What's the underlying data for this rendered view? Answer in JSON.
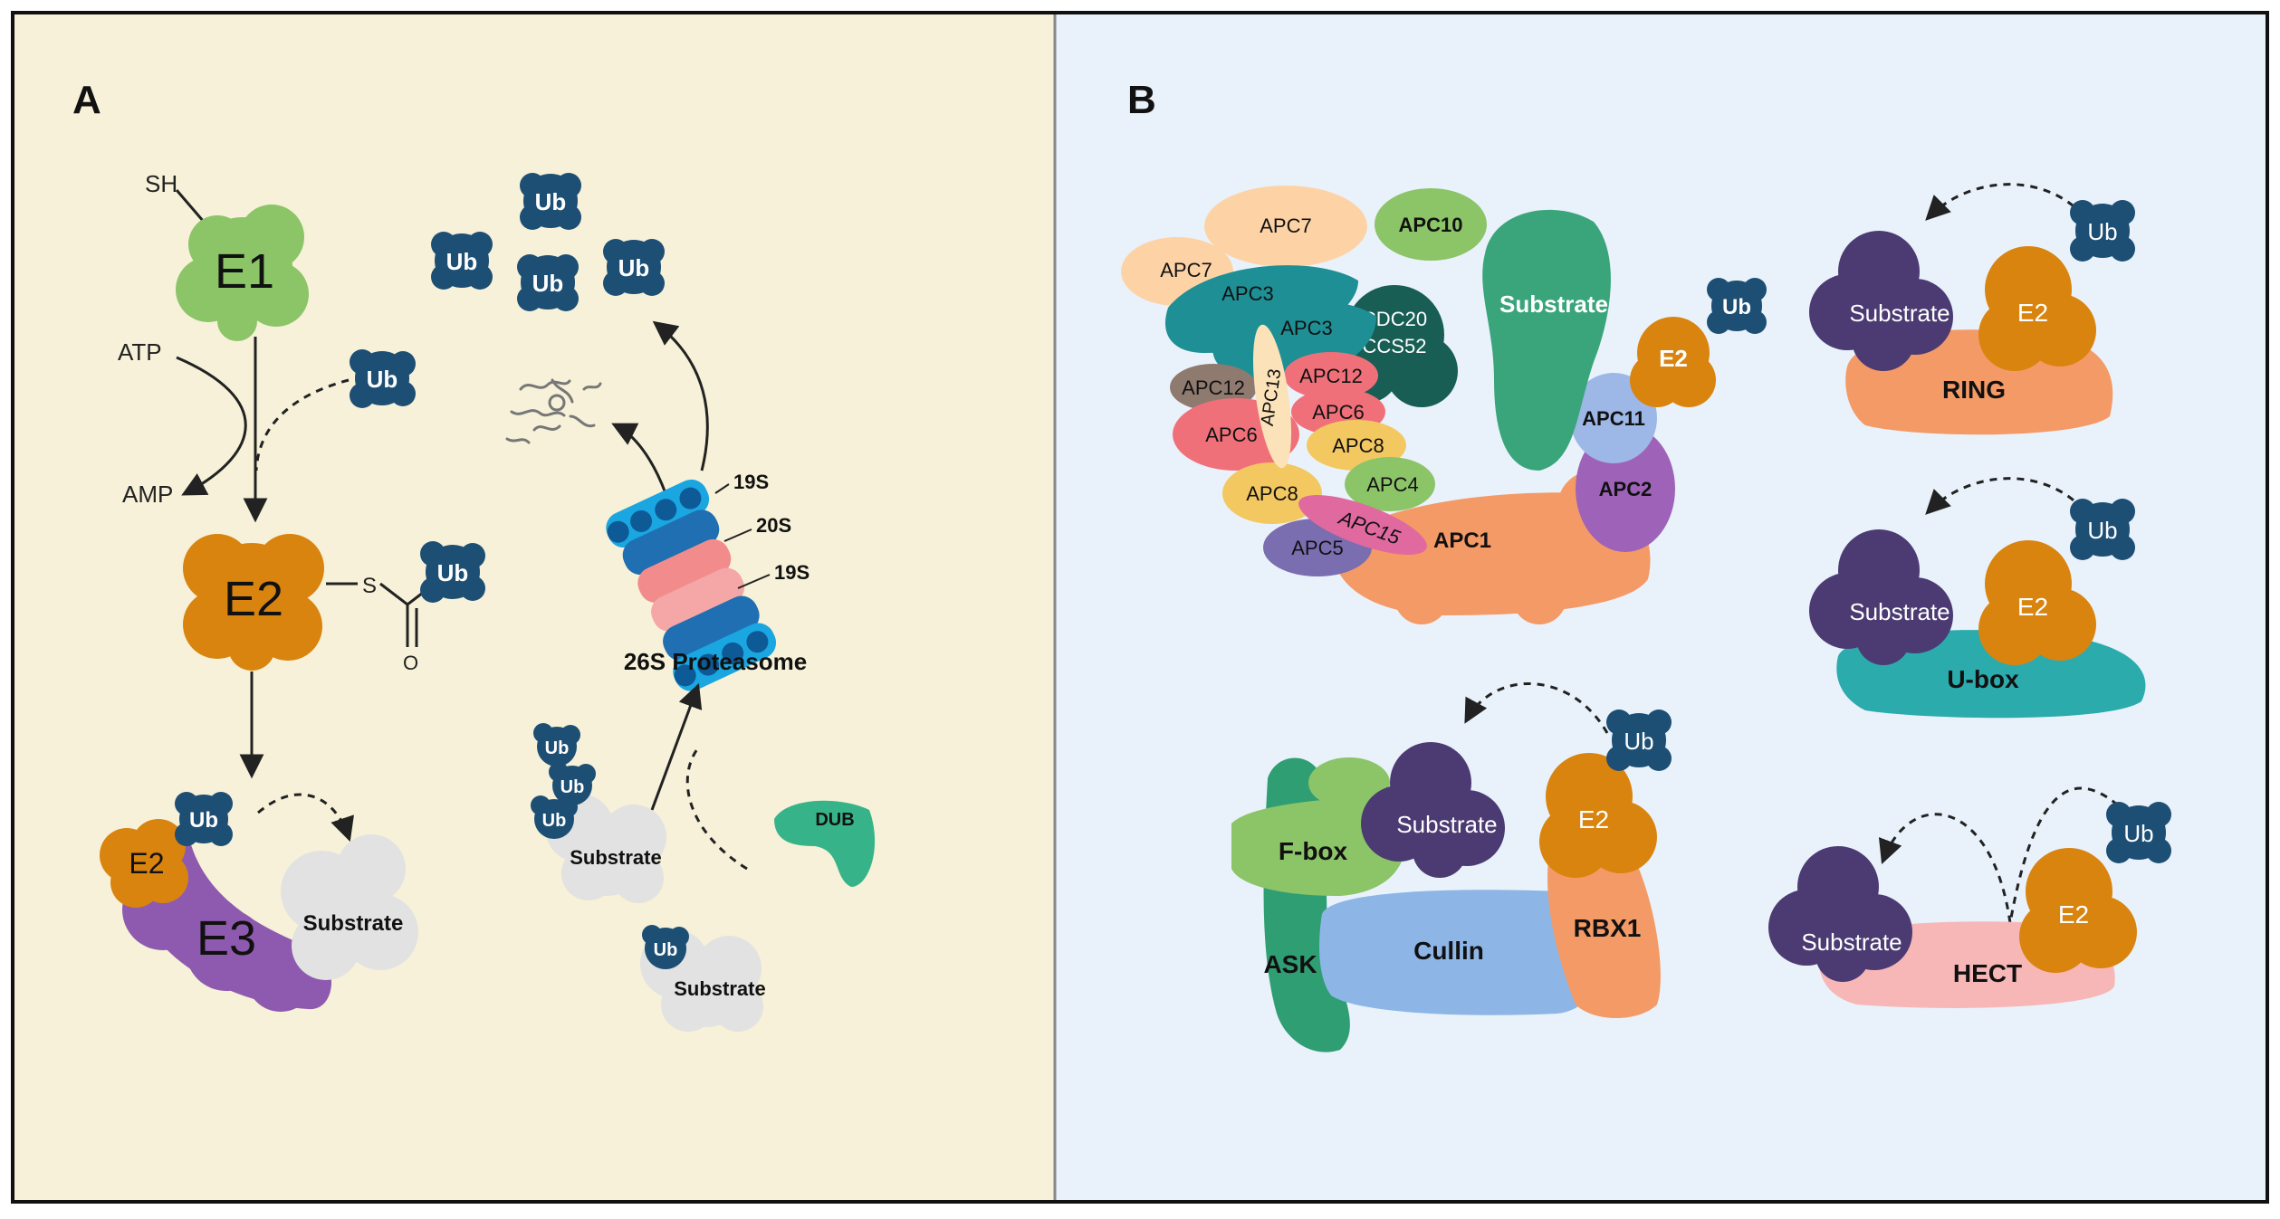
{
  "panels": {
    "a": {
      "letter": "A"
    },
    "b": {
      "letter": "B"
    }
  },
  "colors": {
    "panel_a_bg": "#f6f1d8",
    "panel_b_bg": "#e9f2fb",
    "e1": "#8cc468",
    "e2": "#d9840e",
    "e3": "#8e5ab0",
    "ub": "#1d4e74",
    "substrate_grey": "#e2e2e2",
    "substrate_purple": "#4b3b72",
    "substrate_green": "#3aa57a",
    "dub": "#37b38a",
    "ring": "#f49a66",
    "ubox": "#2cabad",
    "hect": "#f7b7b7",
    "cullin": "#8db6e6",
    "rbx1": "#f49a66",
    "fbox": "#8cc468",
    "ask": "#2f9e73"
  },
  "labels": {
    "sh": "SH",
    "e1": "E1",
    "atp": "ATP",
    "amp": "AMP",
    "e2": "E2",
    "s": "S",
    "o": "O",
    "e3": "E3",
    "ub": "Ub",
    "substrate": "Substrate",
    "s19": "19S",
    "s20": "20S",
    "proteasome": "26S Proteasome",
    "dub": "DUB"
  },
  "apc": {
    "apc7": "APC7",
    "apc10": "APC10",
    "apc3": "APC3",
    "cdc20": "CDC20",
    "ccs52": "CCS52",
    "substrate": "Substrate",
    "e2": "E2",
    "ub": "Ub",
    "apc13": "APC13",
    "apc12": "APC12",
    "apc6": "APC6",
    "apc11": "APC11",
    "apc8": "APC8",
    "apc4": "APC4",
    "apc2": "APC2",
    "apc15": "APC15",
    "apc5": "APC5",
    "apc1": "APC1"
  },
  "ligases": {
    "ring": "RING",
    "ubox": "U-box",
    "hect": "HECT",
    "fbox": "F-box",
    "cullin": "Cullin",
    "rbx1": "RBX1",
    "ask": "ASK"
  }
}
